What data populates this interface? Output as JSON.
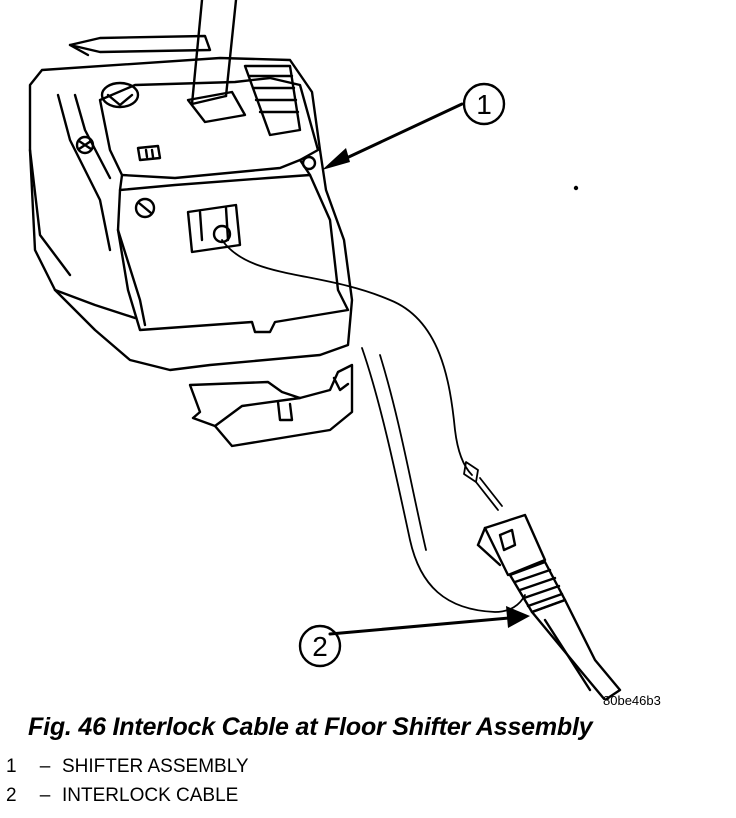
{
  "callouts": [
    {
      "number": "1"
    },
    {
      "number": "2"
    }
  ],
  "reference_code": "80be46b3",
  "figure_title": "Fig. 46 Interlock Cable at Floor Shifter Assembly",
  "legend": [
    {
      "number": "1",
      "dash": "–",
      "label": "SHIFTER ASSEMBLY"
    },
    {
      "number": "2",
      "dash": "–",
      "label": "INTERLOCK CABLE"
    }
  ]
}
